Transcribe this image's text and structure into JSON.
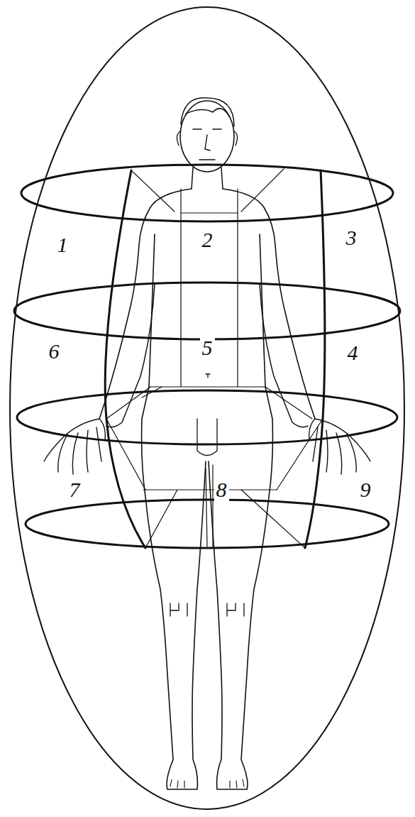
{
  "diagram": {
    "labels": [
      "1",
      "2",
      "3",
      "6",
      "5",
      "4",
      "7",
      "8",
      "9"
    ]
  }
}
